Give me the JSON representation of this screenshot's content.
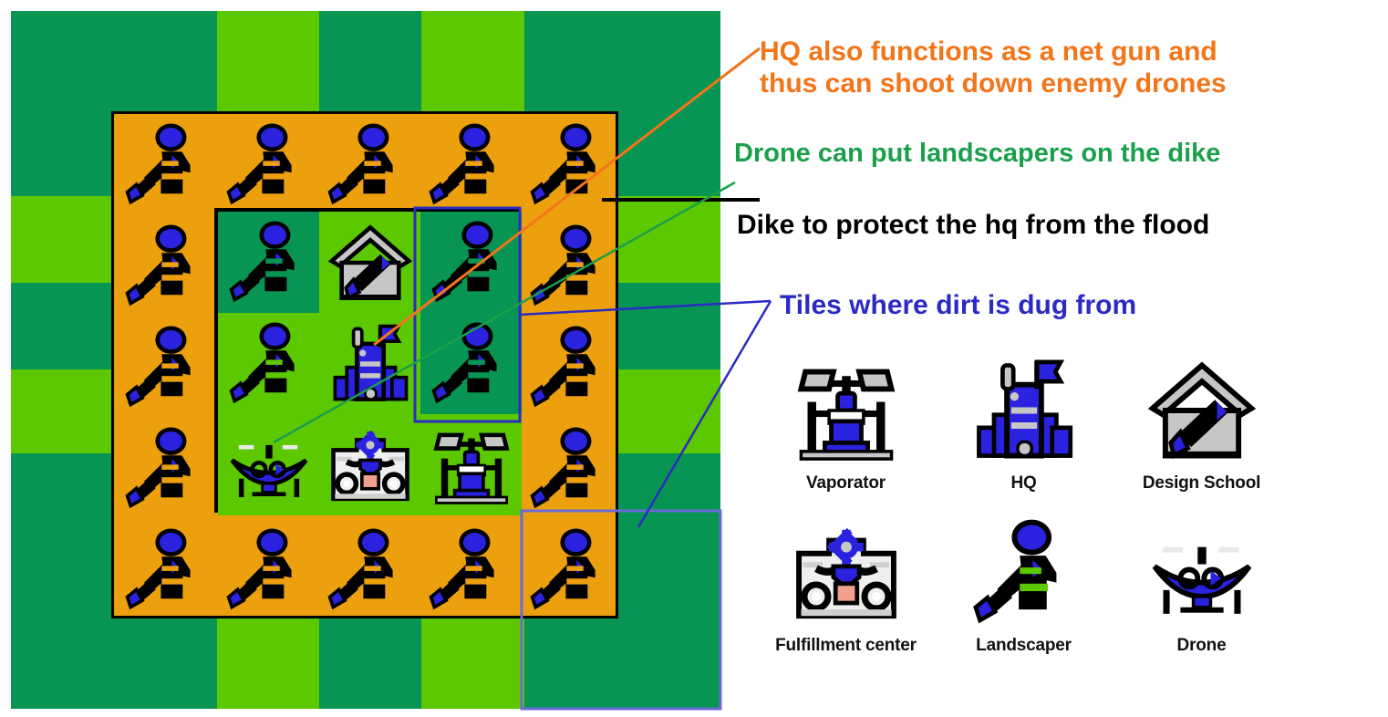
{
  "colors": {
    "green_dark": "#089553",
    "green_light": "#5cc800",
    "dike_orange": "#eda00d",
    "annotation_orange": "#f2751a",
    "annotation_green": "#1aa04a",
    "annotation_black": "#000000",
    "annotation_blue": "#2b2bc4",
    "unit_blue": "#2b22e0",
    "building_grey": "#c6c6c6"
  },
  "annotations": {
    "hq_netgun": "HQ also functions as a net gun and thus can shoot down enemy drones",
    "hq_netgun_line1": "HQ also functions as a net gun and",
    "hq_netgun_line2": "thus can shoot down enemy drones",
    "drone_landscapers": "Drone can put landscapers on the dike",
    "dike_protect": "Dike to protect the hq from the flood",
    "dirt_tiles": "Tiles where dirt is dug from"
  },
  "legend": {
    "rows": [
      [
        {
          "label": "Vaporator",
          "icon": "vaporator-icon"
        },
        {
          "label": "HQ",
          "icon": "hq-icon"
        },
        {
          "label": "Design School",
          "icon": "design-school-icon"
        }
      ],
      [
        {
          "label": "Fulfillment center",
          "icon": "fulfillment-center-icon"
        },
        {
          "label": "Landscaper",
          "icon": "landscaper-icon"
        },
        {
          "label": "Drone",
          "icon": "drone-icon"
        }
      ]
    ]
  },
  "board": {
    "columns": 5,
    "rows": 5,
    "terrain": [
      [
        "dark",
        "light",
        "dark",
        "light",
        "dark"
      ],
      [
        "light",
        "dark",
        "light",
        "dark",
        "light"
      ],
      [
        "dark",
        "light",
        "dark",
        "light",
        "dark"
      ],
      [
        "light",
        "dark",
        "light",
        "dark",
        "light"
      ],
      [
        "dark",
        "light",
        "dark",
        "light",
        "dark"
      ]
    ]
  },
  "dike": {
    "description": "Ring of landscapers on orange dike tiles",
    "cells": [
      {
        "r": 0,
        "c": 0,
        "unit": "landscaper"
      },
      {
        "r": 0,
        "c": 1,
        "unit": "landscaper"
      },
      {
        "r": 0,
        "c": 2,
        "unit": "landscaper"
      },
      {
        "r": 0,
        "c": 3,
        "unit": "landscaper"
      },
      {
        "r": 0,
        "c": 4,
        "unit": "landscaper"
      },
      {
        "r": 1,
        "c": 0,
        "unit": "landscaper"
      },
      {
        "r": 1,
        "c": 4,
        "unit": "landscaper"
      },
      {
        "r": 2,
        "c": 0,
        "unit": "landscaper"
      },
      {
        "r": 2,
        "c": 4,
        "unit": "landscaper"
      },
      {
        "r": 3,
        "c": 0,
        "unit": "landscaper"
      },
      {
        "r": 3,
        "c": 4,
        "unit": "landscaper"
      },
      {
        "r": 4,
        "c": 0,
        "unit": "landscaper"
      },
      {
        "r": 4,
        "c": 1,
        "unit": "landscaper"
      },
      {
        "r": 4,
        "c": 2,
        "unit": "landscaper"
      },
      {
        "r": 4,
        "c": 3,
        "unit": "landscaper"
      },
      {
        "r": 4,
        "c": 4,
        "unit": "landscaper"
      }
    ]
  },
  "inner_field": {
    "rows": 3,
    "columns": 3,
    "cells": [
      {
        "r": 0,
        "c": 0,
        "unit": "landscaper",
        "terrain": "dark"
      },
      {
        "r": 0,
        "c": 1,
        "unit": "design-school",
        "terrain": "light"
      },
      {
        "r": 0,
        "c": 2,
        "unit": "landscaper",
        "terrain": "dark"
      },
      {
        "r": 1,
        "c": 0,
        "unit": "landscaper",
        "terrain": "light"
      },
      {
        "r": 1,
        "c": 1,
        "unit": "hq",
        "terrain": "light"
      },
      {
        "r": 1,
        "c": 2,
        "unit": "landscaper",
        "terrain": "dark"
      },
      {
        "r": 2,
        "c": 0,
        "unit": "drone",
        "terrain": "light"
      },
      {
        "r": 2,
        "c": 1,
        "unit": "fulfillment-center",
        "terrain": "light"
      },
      {
        "r": 2,
        "c": 2,
        "unit": "vaporator",
        "terrain": "light"
      }
    ]
  },
  "highlights": {
    "dirt_tiles_rect_inner": "right column of inner field",
    "dirt_tiles_rect_outer": "bottom-right corner terrain block"
  }
}
